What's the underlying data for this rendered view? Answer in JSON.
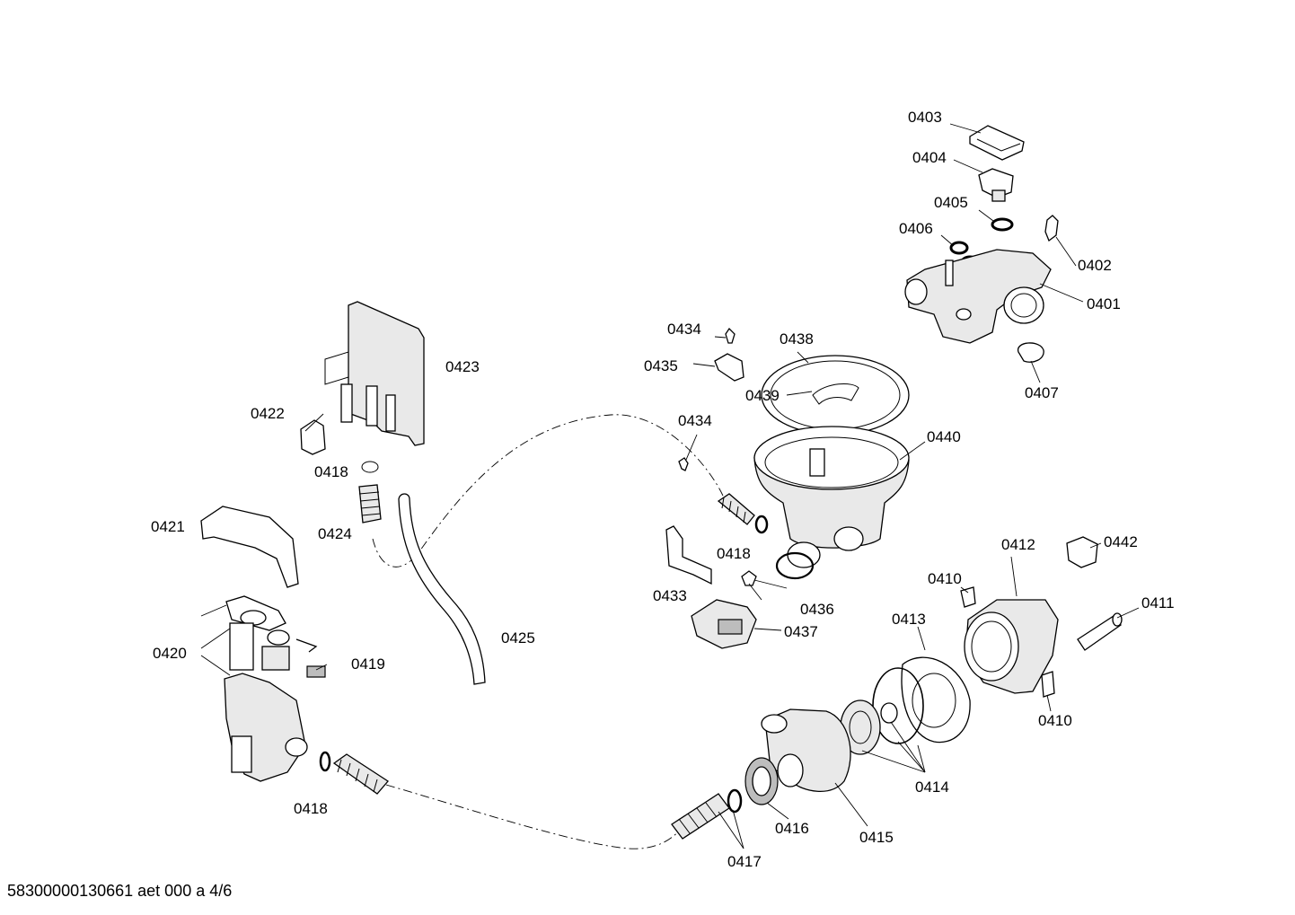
{
  "diagram": {
    "footer": "58300000130661 aet 000 a 4/6",
    "labels": [
      {
        "id": "l0403",
        "text": "0403"
      },
      {
        "id": "l0404",
        "text": "0404"
      },
      {
        "id": "l0405",
        "text": "0405"
      },
      {
        "id": "l0406",
        "text": "0406"
      },
      {
        "id": "l0402",
        "text": "0402"
      },
      {
        "id": "l0401",
        "text": "0401"
      },
      {
        "id": "l0407",
        "text": "0407"
      },
      {
        "id": "l0434a",
        "text": "0434"
      },
      {
        "id": "l0438",
        "text": "0438"
      },
      {
        "id": "l0435",
        "text": "0435"
      },
      {
        "id": "l0439",
        "text": "0439"
      },
      {
        "id": "l0434b",
        "text": "0434"
      },
      {
        "id": "l0440",
        "text": "0440"
      },
      {
        "id": "l0423",
        "text": "0423"
      },
      {
        "id": "l0422",
        "text": "0422"
      },
      {
        "id": "l0418a",
        "text": "0418"
      },
      {
        "id": "l0424",
        "text": "0424"
      },
      {
        "id": "l0421",
        "text": "0421"
      },
      {
        "id": "l0418b",
        "text": "0418"
      },
      {
        "id": "l0433",
        "text": "0433"
      },
      {
        "id": "l0436",
        "text": "0436"
      },
      {
        "id": "l0437",
        "text": "0437"
      },
      {
        "id": "l0412",
        "text": "0412"
      },
      {
        "id": "l0442",
        "text": "0442"
      },
      {
        "id": "l0410a",
        "text": "0410"
      },
      {
        "id": "l0411",
        "text": "0411"
      },
      {
        "id": "l0413",
        "text": "0413"
      },
      {
        "id": "l0425",
        "text": "0425"
      },
      {
        "id": "l0420",
        "text": "0420"
      },
      {
        "id": "l0419",
        "text": "0419"
      },
      {
        "id": "l0410b",
        "text": "0410"
      },
      {
        "id": "l0414",
        "text": "0414"
      },
      {
        "id": "l0418c",
        "text": "0418"
      },
      {
        "id": "l0416",
        "text": "0416"
      },
      {
        "id": "l0415",
        "text": "0415"
      },
      {
        "id": "l0417",
        "text": "0417"
      }
    ]
  }
}
